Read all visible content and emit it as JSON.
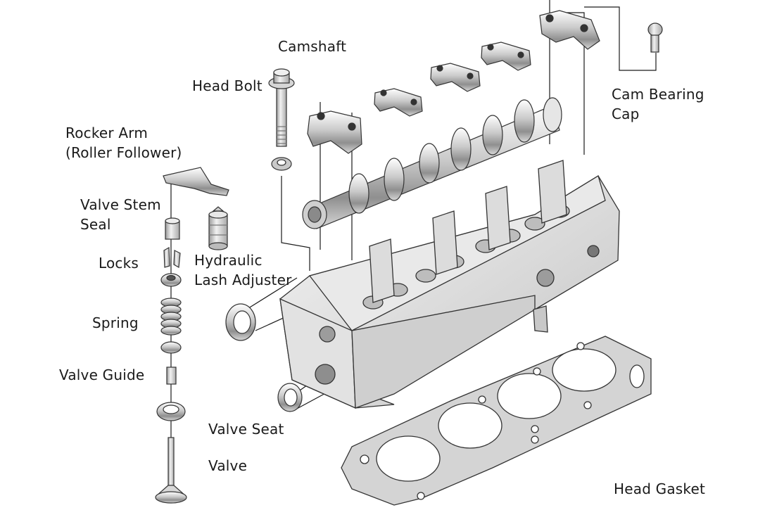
{
  "labels": {
    "camshaft": "Camshaft",
    "head_bolt": "Head Bolt",
    "cam_bearing_cap_line1": "Cam Bearing",
    "cam_bearing_cap_line2": "Cap",
    "rocker_arm_line1": "Rocker Arm",
    "rocker_arm_line2": "(Roller Follower)",
    "valve_stem_seal_line1": "Valve Stem",
    "valve_stem_seal_line2": "Seal",
    "locks": "Locks",
    "hydraulic_lash_adjuster_line1": "Hydraulic",
    "hydraulic_lash_adjuster_line2": "Lash Adjuster",
    "spring": "Spring",
    "valve_guide": "Valve Guide",
    "valve_seat": "Valve Seat",
    "valve": "Valve",
    "head_gasket": "Head Gasket"
  }
}
